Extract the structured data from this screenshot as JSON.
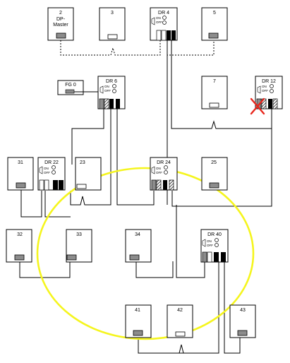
{
  "stations": {
    "s2_line1": "2",
    "s2_line2": "DP-",
    "s2_line3": "Master",
    "s3": "3",
    "dr4": "DR 4",
    "s5": "5",
    "fg0": "FG 0",
    "dr6": "DR 6",
    "s7": "7",
    "dr12": "DR 12",
    "s31": "31",
    "dr22": "DR 22",
    "s23": "23",
    "dr24": "DR 24",
    "s25": "25",
    "s32": "32",
    "s33": "33",
    "s34": "34",
    "dr40": "DR 40",
    "s41": "41",
    "s42": "42",
    "s43": "43"
  },
  "switch": {
    "on": "ON",
    "off": "OFF"
  },
  "colors": {
    "highlight": "#f5f51e",
    "fault": "#e8261c",
    "plug": "#8c8c8c",
    "dark": "#000000"
  }
}
